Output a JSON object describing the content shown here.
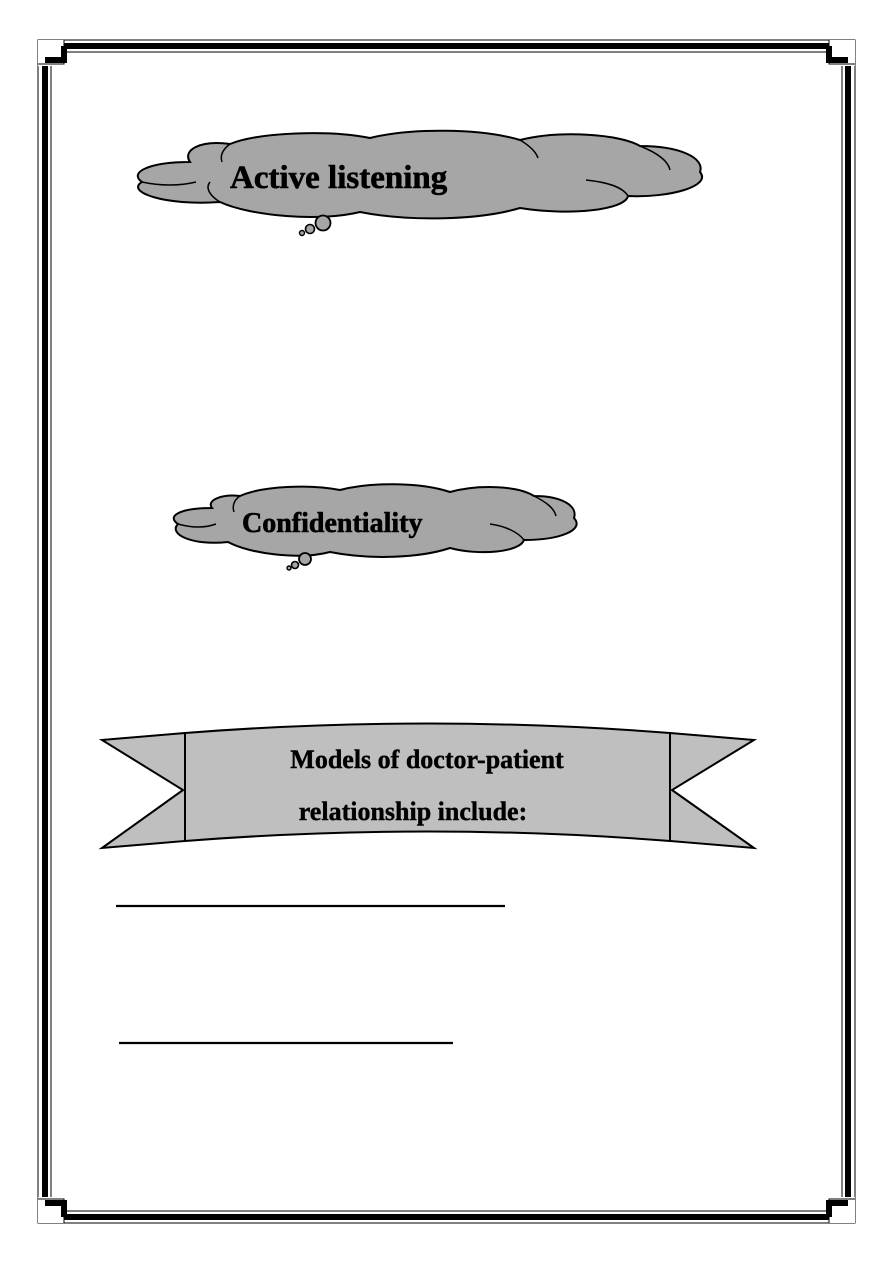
{
  "colors": {
    "page_background": "#ffffff",
    "shape_fill": "#a6a6a6",
    "ribbon_fill": "#bfbfbf",
    "stroke": "#000000"
  },
  "sections": {
    "active_listening": {
      "title": "Active listening",
      "shape": "thought-bubble"
    },
    "confidentiality": {
      "title": "Confidentiality",
      "shape": "thought-bubble"
    },
    "models": {
      "title_line1": "Models of doctor-patient",
      "title_line2": "relationship include:",
      "shape": "ribbon-banner"
    }
  },
  "blanks": {
    "count": 2
  }
}
